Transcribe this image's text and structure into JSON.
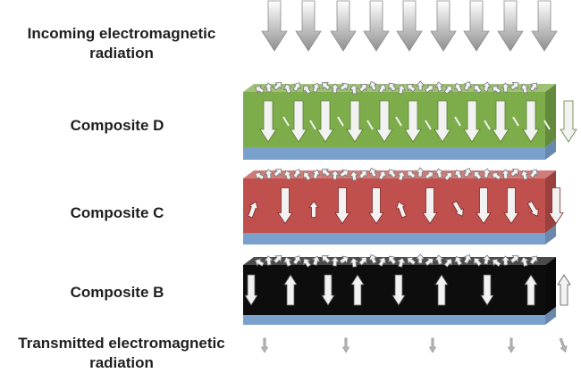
{
  "labels": {
    "incoming_line1": "Incoming electromagnetic",
    "incoming_line2": "radiation",
    "composite_d": "Composite D",
    "composite_c": "Composite C",
    "composite_b": "Composite B",
    "transmitted_line1": "Transmitted electromagnetic",
    "transmitted_line2": "radiation"
  },
  "colors": {
    "composite_d": "#7dac4a",
    "composite_c": "#c0504d",
    "composite_b": "#0d0d0d",
    "substrate": "#7aa0cc",
    "arrow_incoming": "#9a9a9a",
    "arrow_internal": "#f2f2f2"
  }
}
